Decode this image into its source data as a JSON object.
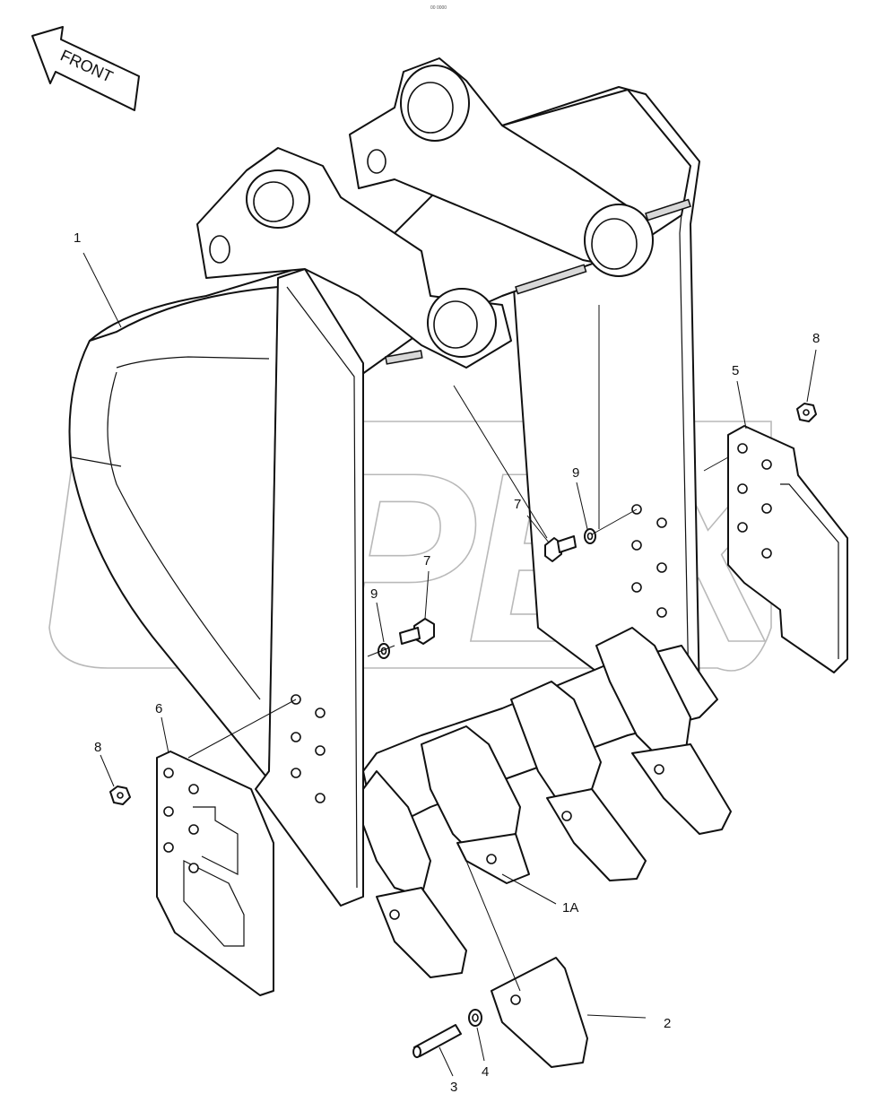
{
  "header": {
    "tiny_mark": "00 0000"
  },
  "direction_arrow": {
    "label": "FRONT"
  },
  "watermark": {
    "brand_text": "OPEX"
  },
  "callouts": [
    {
      "id": "c1",
      "label": "1"
    },
    {
      "id": "c1a",
      "label": "1A"
    },
    {
      "id": "c2",
      "label": "2"
    },
    {
      "id": "c3",
      "label": "3"
    },
    {
      "id": "c4",
      "label": "4"
    },
    {
      "id": "c5",
      "label": "5"
    },
    {
      "id": "c6",
      "label": "6"
    },
    {
      "id": "c7a",
      "label": "7"
    },
    {
      "id": "c7b",
      "label": "7"
    },
    {
      "id": "c8a",
      "label": "8"
    },
    {
      "id": "c8b",
      "label": "8"
    },
    {
      "id": "c9a",
      "label": "9"
    },
    {
      "id": "c9b",
      "label": "9"
    }
  ]
}
